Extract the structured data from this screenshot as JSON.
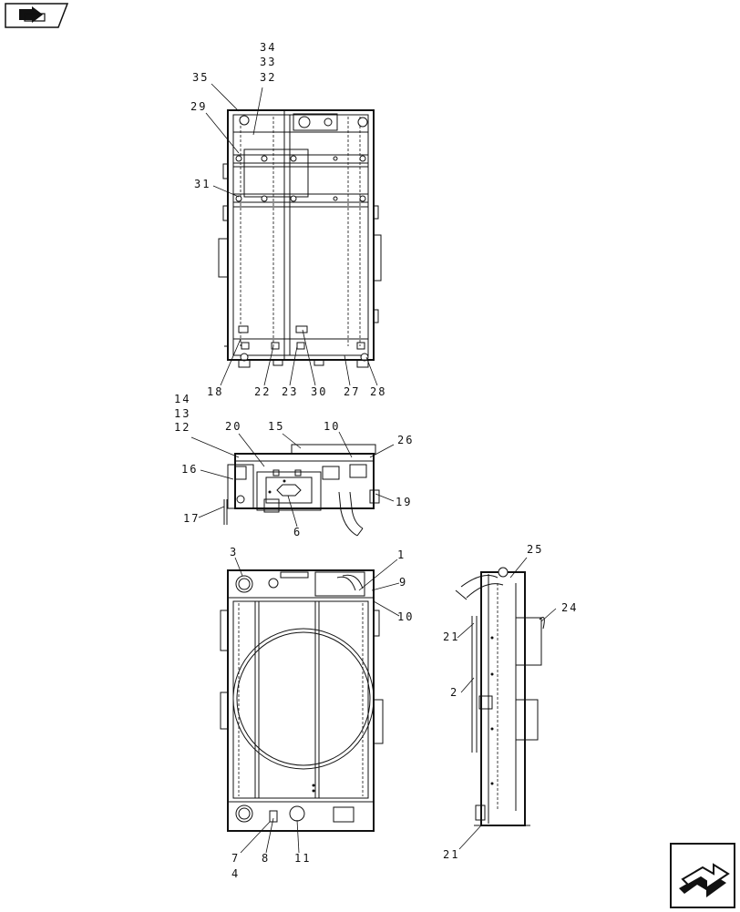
{
  "icons": {
    "top_left": "previous-page-arrow-icon",
    "bottom_right": "next-page-arrow-icon"
  },
  "labels": {
    "l35": "35",
    "l34": "34",
    "l33": "33",
    "l32": "32",
    "l29": "29",
    "l31": "31",
    "l18": "18",
    "l22": "22",
    "l23": "23",
    "l30": "30",
    "l27": "27",
    "l28": "28",
    "l14": "14",
    "l13": "13",
    "l12": "12",
    "l20": "20",
    "l15": "15",
    "l10a": "10",
    "l26": "26",
    "l16": "16",
    "l17": "17",
    "l6": "6",
    "l19": "19",
    "l3": "3",
    "l1": "1",
    "l9": "9",
    "l10b": "10",
    "l7": "7",
    "l4": "4",
    "l8": "8",
    "l11": "11",
    "l25": "25",
    "l24": "24",
    "l21a": "21",
    "l2": "2",
    "l21b": "21"
  }
}
